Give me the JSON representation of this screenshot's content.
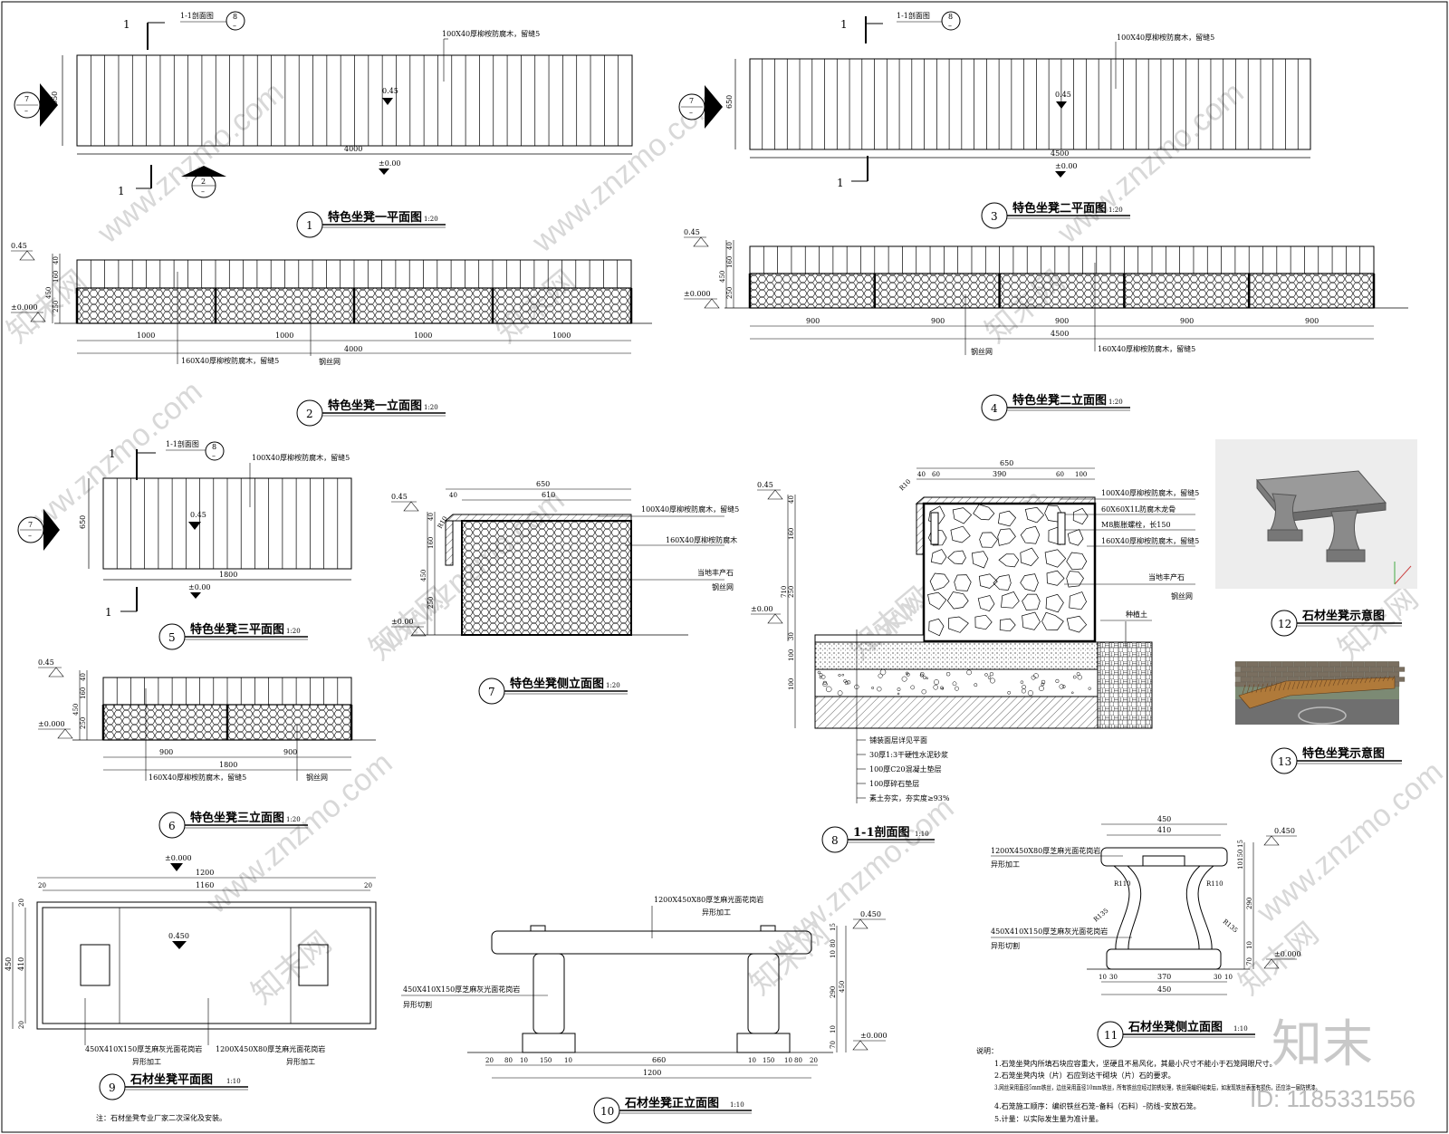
{
  "views": [
    {
      "num": "1",
      "title": "特色坐凳一平面图",
      "scale": "1:20"
    },
    {
      "num": "2",
      "title": "特色坐凳一立面图",
      "scale": "1:20"
    },
    {
      "num": "3",
      "title": "特色坐凳二平面图",
      "scale": "1:20"
    },
    {
      "num": "4",
      "title": "特色坐凳二立面图",
      "scale": "1:20"
    },
    {
      "num": "5",
      "title": "特色坐凳三平面图",
      "scale": "1:20"
    },
    {
      "num": "6",
      "title": "特色坐凳三立面图",
      "scale": "1:20"
    },
    {
      "num": "7",
      "title": "特色坐凳侧立面图",
      "scale": "1:20"
    },
    {
      "num": "8",
      "title": "1-1剖面图",
      "scale": "1:10"
    },
    {
      "num": "9",
      "title": "石材坐凳平面图",
      "scale": "1:10"
    },
    {
      "num": "10",
      "title": "石材坐凳正立面图",
      "scale": "1:10"
    },
    {
      "num": "11",
      "title": "石材坐凳侧立面图",
      "scale": "1:10"
    },
    {
      "num": "12",
      "title": "石材坐凳示意图",
      "scale": ""
    },
    {
      "num": "13",
      "title": "特色坐凳示意图",
      "scale": ""
    }
  ],
  "labels": {
    "section_ref": "1-1剖面图",
    "sec_mark": "1",
    "ref8": "8",
    "ref7": "7",
    "ref2": "2",
    "dash": "–",
    "top_wood": "100X40厚柳桉防腐木，留缝5",
    "side_wood": "160X40厚柳桉防腐木，留缝5",
    "side_wood2": "160X40厚柳桉防腐木",
    "mesh": "钢丝网",
    "local_stone": "当地丰产石",
    "keel": "60X60X1L防腐木龙骨",
    "bolt": "M8膨胀螺栓，长150",
    "soil": "种植土",
    "layer1": "铺装面层详见平面",
    "layer2": "30厚1:3干硬性水泥砂浆",
    "layer3": "100厚C20混凝土垫层",
    "layer4": "100厚碎石垫层",
    "layer5": "素土夯实，夯实度≥93%",
    "granite_top": "1200X450X80厚芝麻光面花岗岩",
    "granite_leg": "450X410X150厚芝麻灰光面花岗岩",
    "shaped": "异形加工",
    "shaped_cut": "异形切割",
    "el_045": "0.45",
    "el_0450": "0.450",
    "el_000": "±0.00",
    "el_0000": "±0.000",
    "stone_note": "注：石材坐凳专业厂家二次深化及安装。",
    "r10": "R10",
    "r110": "R110",
    "r135": "R135"
  },
  "dims": {
    "d650": "650",
    "d4000": "4000",
    "d4500": "4500",
    "d1800": "1800",
    "d1000": "1000",
    "d900": "900",
    "d40": "40",
    "d160": "160",
    "d250": "250",
    "d450": "450",
    "d610": "610",
    "d390": "390",
    "d60": "60",
    "d100": "100",
    "d710": "710",
    "d30": "30",
    "d1200": "1200",
    "d1160": "1160",
    "d410": "410",
    "d20": "20",
    "d80": "80",
    "d10": "10",
    "d150": "150",
    "d660": "660",
    "d290": "290",
    "d70": "70",
    "d370": "370",
    "d15": "15"
  },
  "notes": {
    "heading": "说明：",
    "lines": [
      "1.石笼坐凳内所填石块应容重大，坚硬且不易风化，其最小尺寸不能小于石笼网眼尺寸。",
      "2.石笼坐凳内块（片）石应到达干砌块（片）石的要求。",
      "3.网丝采用直径5mm铁丝，边丝采用直径10mm铁丝，所有铁丝应经过防锈处理，铁丝笼编织结束后，如发现铁丝表面有损伤，还应涂一层防锈漆。",
      "4.石笼施工顺序：编织铁丝石笼–备料（石料）–防线–安放石笼。",
      "5.计量：以实际发生量为准计量。"
    ]
  },
  "watermark": {
    "site": "www.znzmo.com",
    "brand": "知末网",
    "logo": "知末",
    "id": "ID: 1185331556"
  }
}
